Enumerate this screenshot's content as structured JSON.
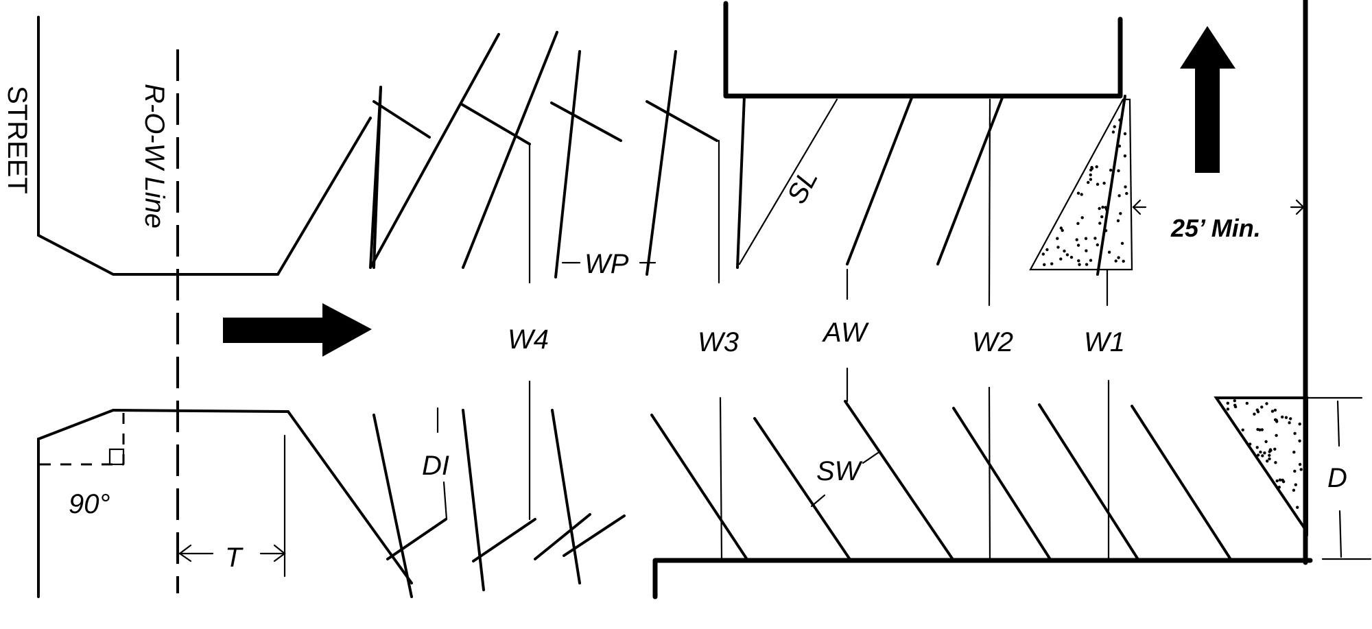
{
  "diagram": {
    "title": "Angled parking lot layout with dimensions",
    "labels": {
      "street": "STREET",
      "row_line": "R-O-W Line",
      "angle": "90°",
      "throat": "T",
      "stall_width_parallel": "WP",
      "stall_length": "SL",
      "stall_width": "SW",
      "aisle_width": "AW",
      "w1": "W1",
      "w2": "W2",
      "w3": "W3",
      "w4": "W4",
      "overhang": "DI",
      "depth": "D",
      "min_width": "25’ Min."
    },
    "icons": {
      "entry_arrow": "arrow-right-icon",
      "direction_arrow": "arrow-up-icon"
    },
    "colors": {
      "ink": "#000000",
      "paper": "#ffffff"
    }
  }
}
